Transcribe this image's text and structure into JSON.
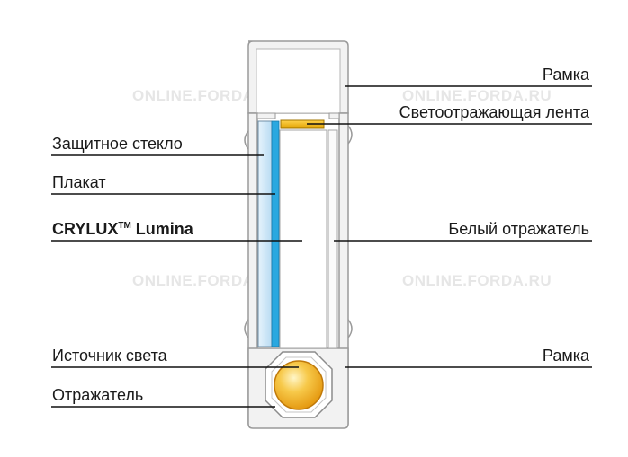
{
  "watermarks": {
    "top_left": "ONLINE.FORDA.RU",
    "top_right": "ONLINE.FORDA.RU",
    "mid_left": "ONLINE.FORDA.RU",
    "mid_right": "ONLINE.FORDA.RU"
  },
  "labels": {
    "frame_top": "Рамка",
    "reflective_tape": "Светоотражающая лента",
    "protective_glass": "Защитное стекло",
    "poster": "Плакат",
    "product_name": "CRYLUX",
    "product_tm": "TM",
    "product_suffix": " Lumina",
    "white_reflector": "Белый отражатель",
    "light_source": "Источник света",
    "frame_bottom": "Рамка",
    "reflector": "Отражатель"
  },
  "colors": {
    "frame_fill": "#f2f2f2",
    "frame_stroke": "#9a9a9a",
    "glass": "#cfe6f7",
    "poster": "#2aa8e0",
    "tape": "#f5b800",
    "lamp": "#f2a81c",
    "leader": "#111111"
  }
}
